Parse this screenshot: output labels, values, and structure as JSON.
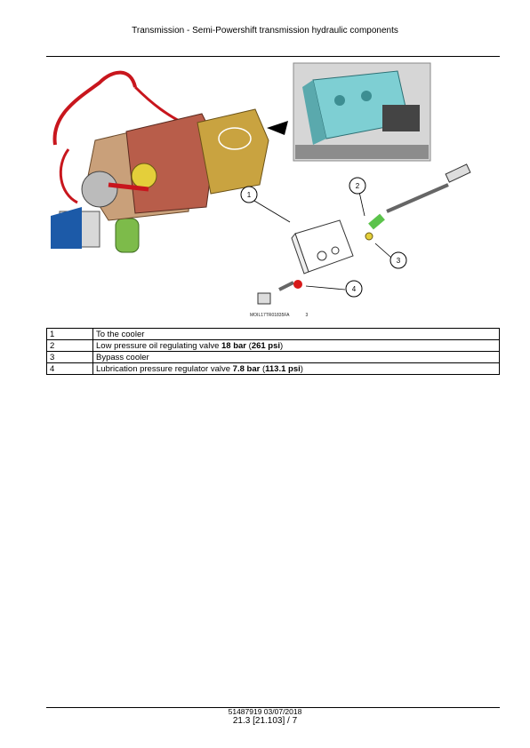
{
  "header": {
    "title": "Transmission - Semi-Powershift transmission hydraulic components"
  },
  "figure": {
    "caption_code": "MOIL17TR01835FA",
    "caption_num": "3",
    "callouts": [
      "1",
      "2",
      "3",
      "4"
    ]
  },
  "legend": {
    "rows": [
      {
        "num": "1",
        "text": "To the cooler",
        "bold1": "",
        "sep": "",
        "bold2": "",
        "tail": ""
      },
      {
        "num": "2",
        "text": "Low pressure oil regulating valve ",
        "bold1": "18 bar",
        "sep": " (",
        "bold2": "261 psi",
        "tail": ")"
      },
      {
        "num": "3",
        "text": "Bypass cooler",
        "bold1": "",
        "sep": "",
        "bold2": "",
        "tail": ""
      },
      {
        "num": "4",
        "text": "Lubrication pressure regulator valve ",
        "bold1": "7.8 bar",
        "sep": " (",
        "bold2": "113.1 psi",
        "tail": ")"
      }
    ]
  },
  "footer": {
    "doc": "51487919 03/07/2018",
    "page": "21.3 [21.103] / 7"
  }
}
